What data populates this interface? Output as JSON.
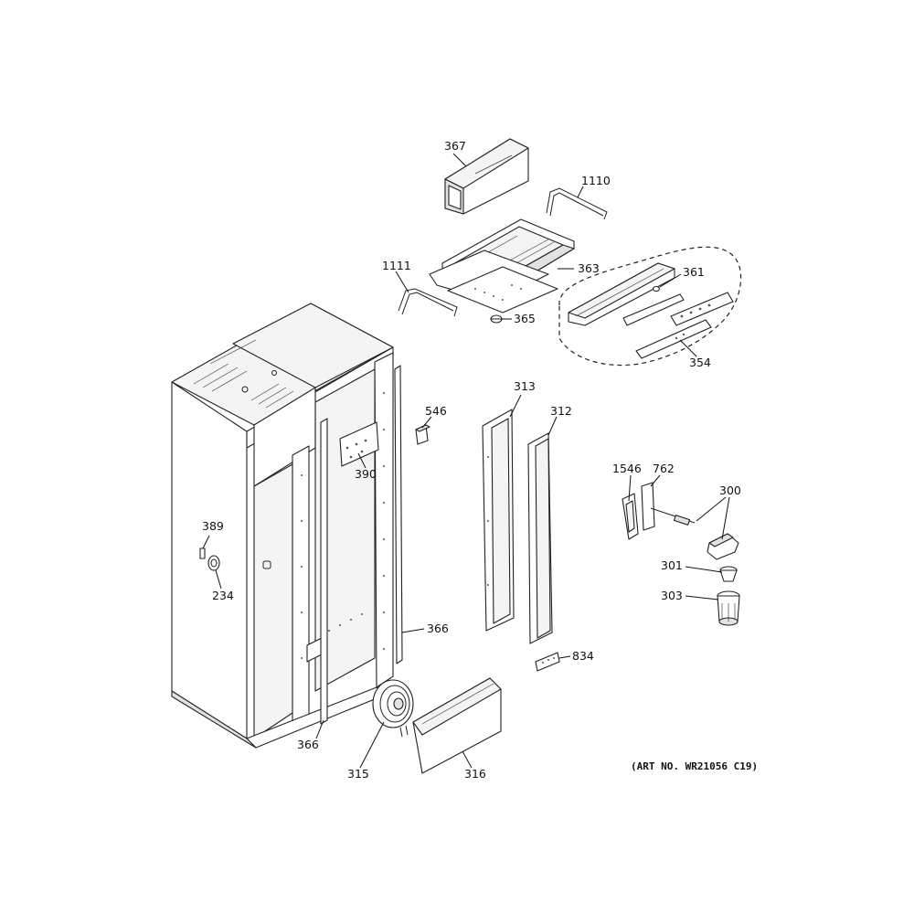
{
  "callouts": {
    "c367": "367",
    "c1110": "1110",
    "c1111": "1111",
    "c363": "363",
    "c361": "361",
    "c365": "365",
    "c354": "354",
    "c313": "313",
    "c312": "312",
    "c546": "546",
    "c390": "390",
    "c389": "389",
    "c234": "234",
    "c366a": "366",
    "c366b": "366",
    "c1546": "1546",
    "c762": "762",
    "c300": "300",
    "c301": "301",
    "c303": "303",
    "c834": "834",
    "c315": "315",
    "c316": "316"
  },
  "art_number": "(ART NO. WR21056 C19)"
}
